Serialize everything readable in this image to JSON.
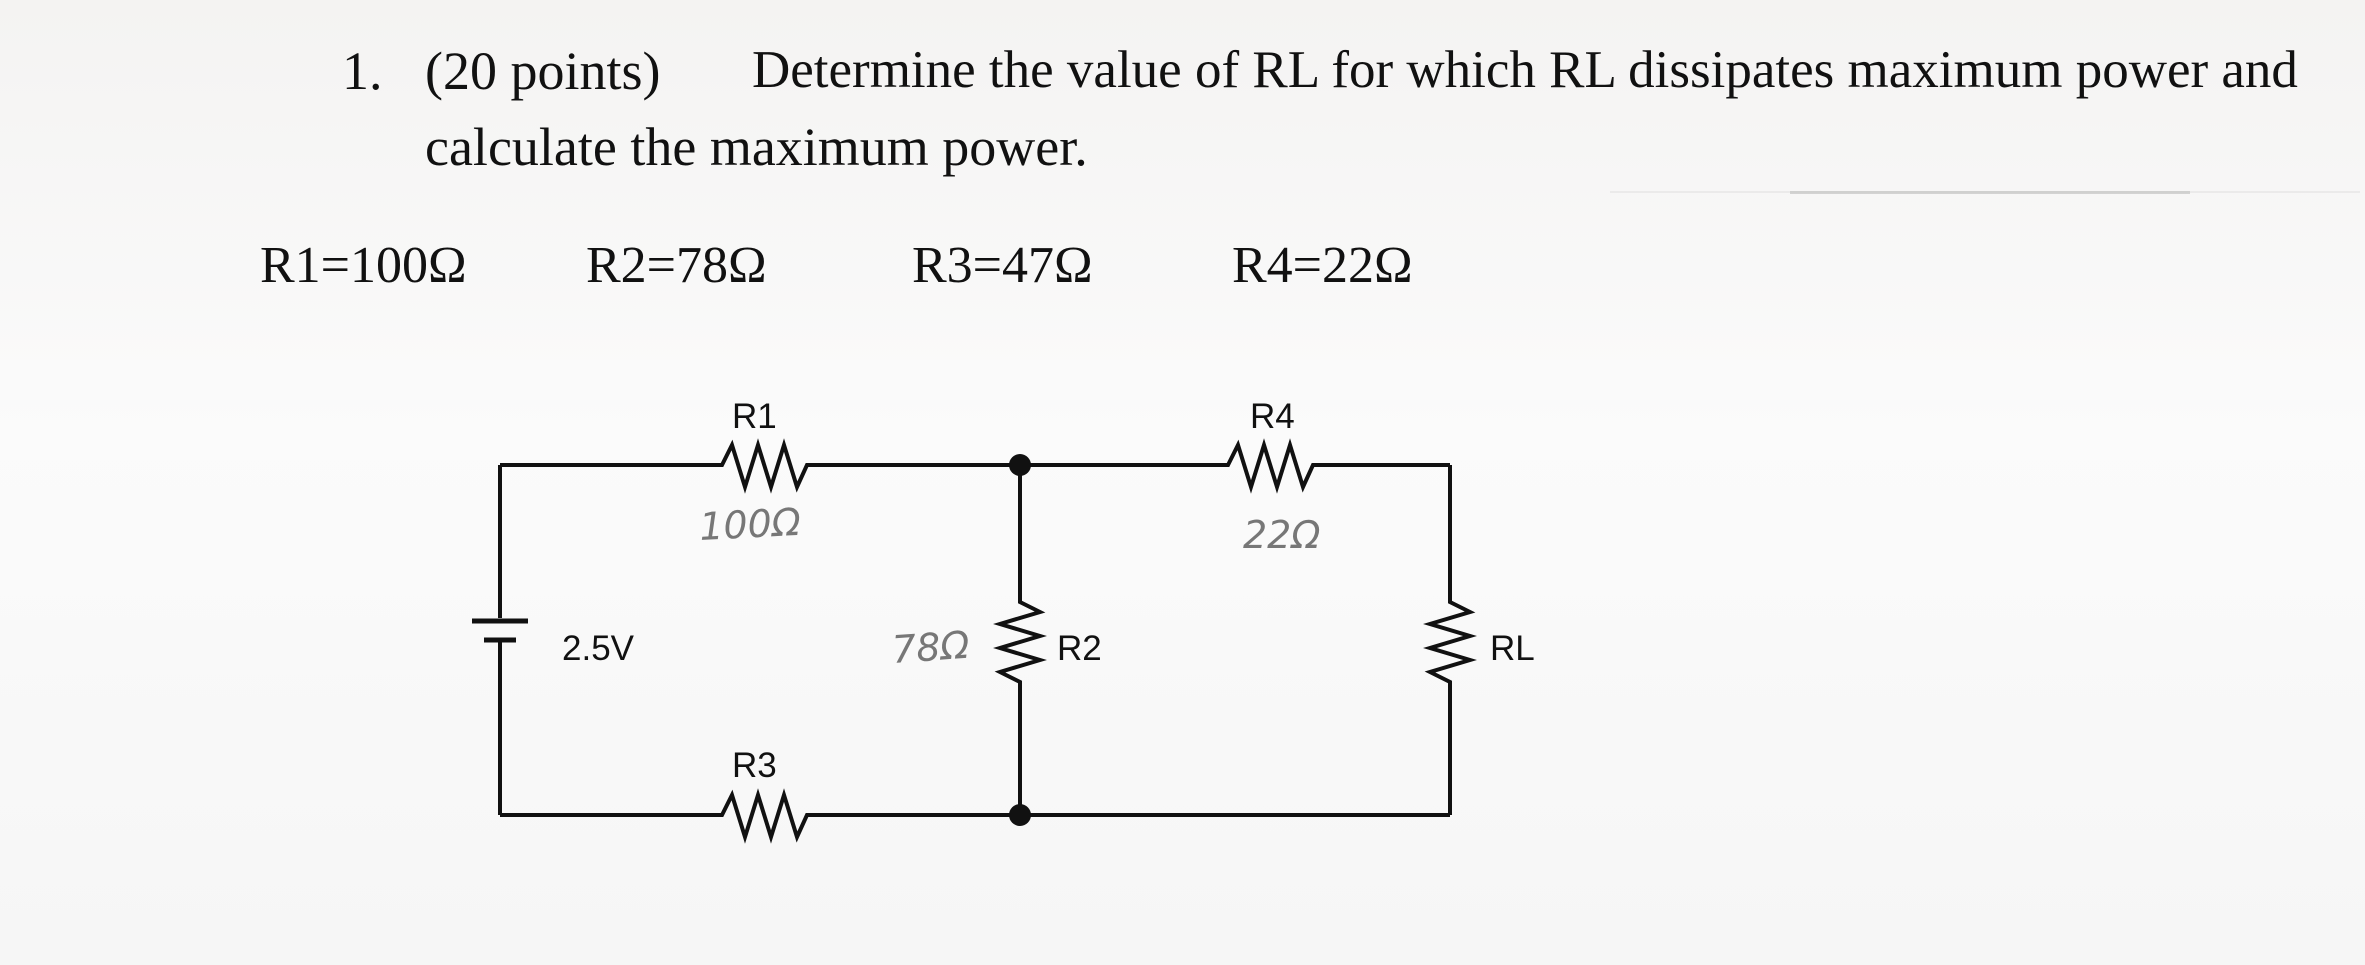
{
  "question": {
    "number": "1.",
    "points": "(20 points)",
    "line1": "Determine the value of RL for which RL dissipates maximum power and",
    "line2": "calculate the maximum power."
  },
  "values": {
    "r1": "R1=100Ω",
    "r2": "R2=78Ω",
    "r3": "R3=47Ω",
    "r4": "R4=22Ω"
  },
  "circuit": {
    "labels": {
      "r1": "R1",
      "r4": "R4",
      "r3": "R3",
      "r2": "R2",
      "rl": "RL",
      "source": "2.5V"
    },
    "handwritten": {
      "r1": "100Ω",
      "r4": "22Ω",
      "r2": "78Ω"
    }
  }
}
